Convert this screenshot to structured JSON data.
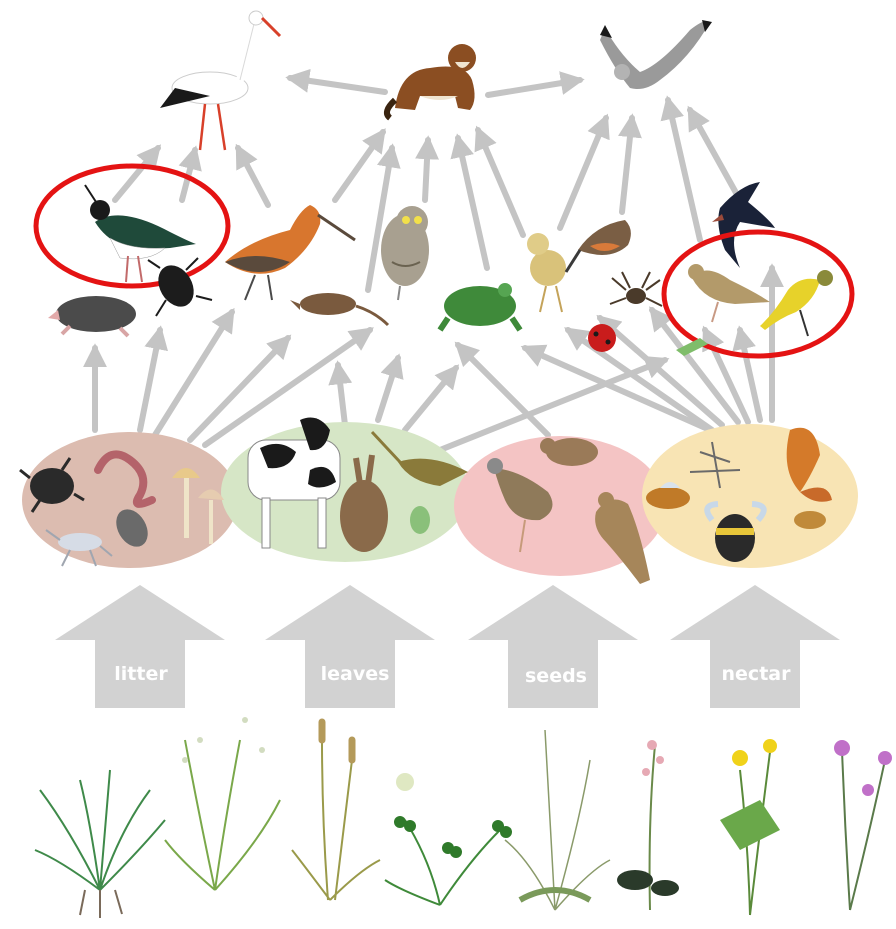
{
  "colors": {
    "arrow": "#c4c4c4",
    "highlight": "#e41313",
    "litter_group": "#dcbcb0",
    "leaves_group": "#d6e6c6",
    "seeds_group": "#f4c4c4",
    "nectar_group": "#f8e4b4",
    "big_arrow": "#d2d2d2"
  },
  "resources": [
    {
      "label": "litter"
    },
    {
      "label": "leaves"
    },
    {
      "label": "seeds"
    },
    {
      "label": "nectar"
    }
  ],
  "predators": [
    "white-stork",
    "weasel",
    "hen-harrier"
  ],
  "highlighted": [
    "northern-lapwing",
    "meadow-pipit",
    "yellow-wagtail"
  ],
  "plants": [
    "grass-tuft",
    "meadow-grass",
    "foxtail",
    "clover",
    "shepherds-purse",
    "sorrel",
    "buttercup",
    "ragged-robin"
  ]
}
